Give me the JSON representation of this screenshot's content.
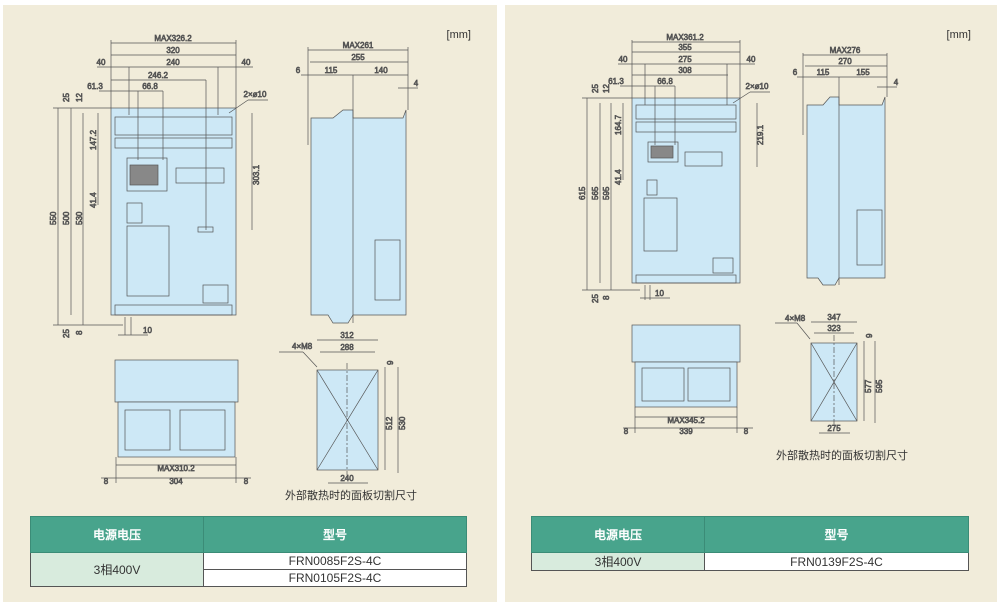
{
  "unit_label": "[mm]",
  "colors": {
    "background": "#f1ecda",
    "device_fill": "#cde8f6",
    "line": "#555555",
    "table_header": "#48a48c",
    "voltage_cell": "#d8ebdd"
  },
  "left": {
    "front_view": {
      "top_dims": [
        "MAX326.2",
        "320",
        "240",
        "246.2",
        "66.8"
      ],
      "side_left_labels": [
        "40",
        "61.3"
      ],
      "side_right_labels": [
        "40",
        "2×ø10"
      ],
      "vertical_left": [
        "25",
        "12",
        "147.2",
        "41.4",
        "550",
        "500",
        "530",
        "25",
        "8"
      ],
      "vertical_right": [
        "303.1"
      ],
      "bottom_dim": "10"
    },
    "side_view": {
      "top_dims": [
        "MAX261",
        "255",
        "6",
        "115",
        "140",
        "4"
      ]
    },
    "bottom_view": {
      "dims": [
        "MAX310.2",
        "8",
        "304",
        "8"
      ]
    },
    "cutout": {
      "dims": [
        "4×M8",
        "312",
        "288",
        "9",
        "512",
        "530",
        "240"
      ],
      "caption": "外部散热时的面板切割尺寸"
    },
    "table": {
      "headers": [
        "电源电压",
        "型号"
      ],
      "voltage": "3相400V",
      "models": [
        "FRN0085F2S-4C",
        "FRN0105F2S-4C"
      ]
    }
  },
  "right": {
    "front_view": {
      "top_dims": [
        "MAX361.2",
        "355",
        "275",
        "308",
        "66.8"
      ],
      "side_left_labels": [
        "40",
        "61.3"
      ],
      "side_right_labels": [
        "40",
        "2×ø10"
      ],
      "vertical_left": [
        "25",
        "12",
        "164.7",
        "41.4",
        "615",
        "565",
        "595",
        "25",
        "8"
      ],
      "vertical_right": [
        "219.1"
      ],
      "bottom_dim": "10"
    },
    "side_view": {
      "top_dims": [
        "MAX276",
        "270",
        "6",
        "115",
        "155",
        "4"
      ]
    },
    "bottom_view": {
      "dims": [
        "MAX345.2",
        "8",
        "339",
        "8"
      ]
    },
    "cutout": {
      "dims": [
        "4×M8",
        "347",
        "323",
        "9",
        "577",
        "595",
        "275"
      ],
      "caption": "外部散热时的面板切割尺寸"
    },
    "table": {
      "headers": [
        "电源电压",
        "型号"
      ],
      "voltage": "3相400V",
      "models": [
        "FRN0139F2S-4C"
      ]
    }
  }
}
